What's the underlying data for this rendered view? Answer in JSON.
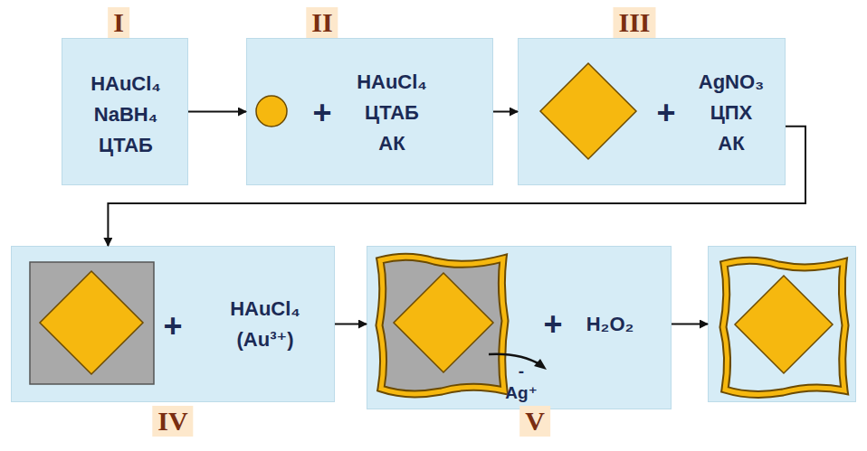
{
  "diagram": {
    "nodes": [
      {
        "text": [
          "I",
          "HAuCl₄ NaBH₄ ЦТАБ"
        ]
      },
      {
        "text": [
          "II",
          "+",
          "HAuCl₄ ЦТАБ АК"
        ]
      },
      {
        "text": [
          "III",
          "+",
          "AgNO₃ ЦПХ АК"
        ]
      },
      {
        "text": [
          "IV",
          "+",
          "HAuCl₄ (Au³⁺)"
        ]
      },
      {
        "text": [
          "V",
          "-Ag⁺",
          "+",
          "H₂O₂"
        ]
      },
      {
        "text": []
      }
    ],
    "edges": [
      {
        "from": 0,
        "to": 1,
        "arrow": "to"
      },
      {
        "from": 1,
        "to": 2,
        "arrow": "to"
      },
      {
        "from": 2,
        "to": 3,
        "arrow": "to"
      },
      {
        "from": 3,
        "to": 4,
        "arrow": "to"
      },
      {
        "from": 4,
        "to": 5,
        "arrow": "to"
      }
    ]
  }
}
